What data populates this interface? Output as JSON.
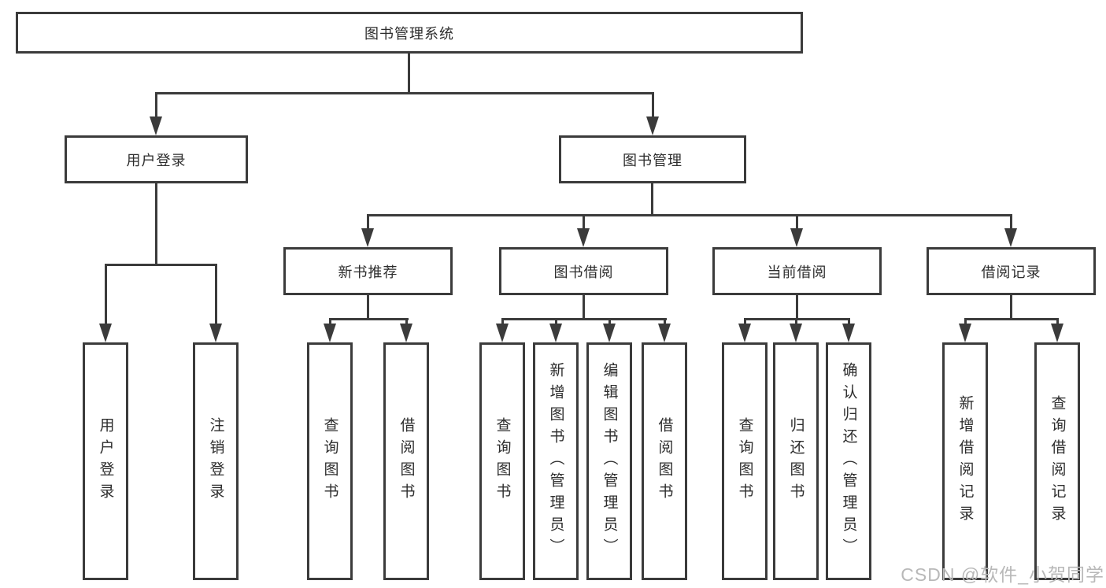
{
  "diagram": {
    "root": {
      "label": "图书管理系统"
    },
    "level2": {
      "user_login": {
        "label": "用户登录"
      },
      "book_mgmt": {
        "label": "图书管理"
      }
    },
    "level3": {
      "new_book_rec": {
        "label": "新书推荐"
      },
      "book_borrow": {
        "label": "图书借阅"
      },
      "current_borrow": {
        "label": "当前借阅"
      },
      "borrow_records": {
        "label": "借阅记录"
      }
    },
    "leaves": {
      "user_login_leaf": {
        "label": "用户登录"
      },
      "logout": {
        "label": "注销登录"
      },
      "rec_query_books": {
        "label": "查询图书"
      },
      "rec_borrow_books": {
        "label": "借阅图书"
      },
      "bb_query_books": {
        "label": "查询图书"
      },
      "bb_add_books": {
        "label": "新增图书（管理员）"
      },
      "bb_edit_books": {
        "label": "编辑图书（管理员）"
      },
      "bb_borrow_books": {
        "label": "借阅图书"
      },
      "cb_query_books": {
        "label": "查询图书"
      },
      "cb_return_books": {
        "label": "归还图书"
      },
      "cb_confirm_return": {
        "label": "确认归还（管理员）"
      },
      "br_add_record": {
        "label": "新增借阅记录"
      },
      "br_query_record": {
        "label": "查询借阅记录"
      }
    },
    "hierarchy": {
      "图书管理系统": {
        "用户登录": [
          "用户登录",
          "注销登录"
        ],
        "图书管理": {
          "新书推荐": [
            "查询图书",
            "借阅图书"
          ],
          "图书借阅": [
            "查询图书",
            "新增图书（管理员）",
            "编辑图书（管理员）",
            "借阅图书"
          ],
          "当前借阅": [
            "查询图书",
            "归还图书",
            "确认归还（管理员）"
          ],
          "借阅记录": [
            "新增借阅记录",
            "查询借阅记录"
          ]
        }
      }
    }
  },
  "watermark": {
    "text": "CSDN @软件_小贺同学"
  },
  "colors": {
    "line": "#3b3b3b",
    "text": "#2d2d2d",
    "watermark": "#b8b8b8",
    "background": "#ffffff"
  }
}
